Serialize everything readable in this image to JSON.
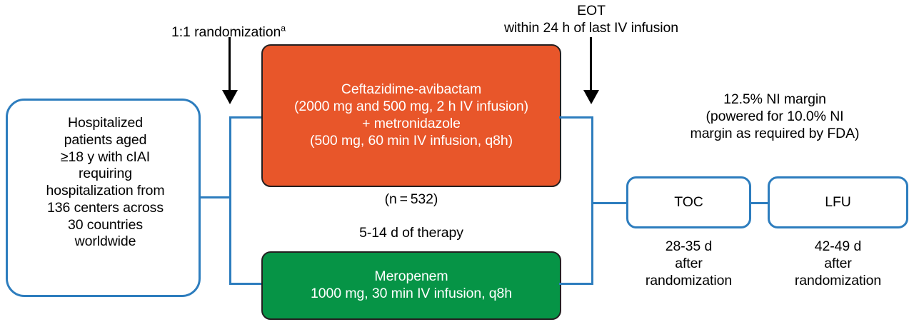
{
  "diagram": {
    "title": "Randomized clinical trial design flow diagram",
    "colors": {
      "blue": "#2d7dbe",
      "orange": "#e8562a",
      "green": "#069446",
      "black": "#000000",
      "white": "#ffffff"
    }
  },
  "population_box": {
    "text": "Hospitalized\npatients aged\n≥18 y with cIAI\nrequiring\nhospitalization from\n136 centers across\n30 countries\nworldwide"
  },
  "annotations": {
    "randomization_label": "1:1 randomization",
    "randomization_marker": "a",
    "eot_label": "EOT\nwithin 24 h of last IV infusion",
    "ni_margin": "12.5% NI margin\n(powered for 10.0% NI\nmargin as required by FDA)",
    "sample_size": "(n = 532)",
    "therapy_duration": "5-14 d of therapy"
  },
  "arms": [
    {
      "id": "ceftazidime-avibactam-arm",
      "color": "#e8562a",
      "text": "Ceftazidime-avibactam\n(2000 mg and 500 mg, 2 h IV infusion)\n+ metronidazole\n(500 mg, 60 min IV infusion, q8h)"
    },
    {
      "id": "meropenem-arm",
      "color": "#069446",
      "text": "Meropenem\n1000 mg, 30 min IV infusion, q8h"
    }
  ],
  "followups": [
    {
      "id": "toc",
      "label": "TOC",
      "caption": "28-35 d\nafter\nrandomization"
    },
    {
      "id": "lfu",
      "label": "LFU",
      "caption": "42-49 d\nafter\nrandomization"
    }
  ]
}
